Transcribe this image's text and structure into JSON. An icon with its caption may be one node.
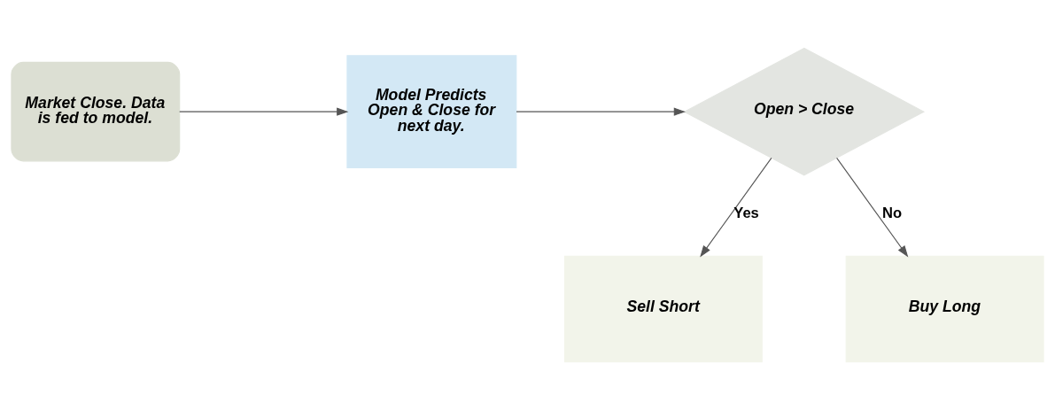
{
  "diagram": {
    "nodes": [
      {
        "text": [
          "Market Close. Data is fed to model."
        ]
      },
      {
        "text": [
          "Model Predicts Open & Close for next day."
        ]
      },
      {
        "text": [
          "Open > Close"
        ]
      },
      {
        "text": [
          "Sell Short"
        ]
      },
      {
        "text": [
          "Buy Long"
        ]
      }
    ],
    "edges": [
      {
        "from": 0,
        "to": 1,
        "arrow": "to"
      },
      {
        "from": 1,
        "to": 2,
        "arrow": "to"
      },
      {
        "from": 2,
        "to": 3,
        "label": "Yes",
        "arrow": "to"
      },
      {
        "from": 2,
        "to": 4,
        "label": "No",
        "arrow": "to"
      }
    ]
  }
}
